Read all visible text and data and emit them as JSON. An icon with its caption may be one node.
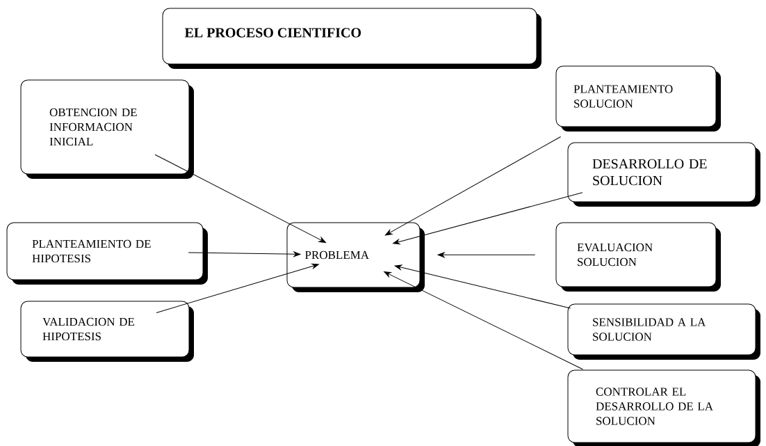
{
  "diagram": {
    "title": "EL PROCESO CIENTIFICO",
    "nodes": [
      {
        "text": [
          "OBTENCION DE INFORMACION INICIAL"
        ]
      },
      {
        "text": [
          "PLANTEAMIENTO DE HIPOTESIS"
        ]
      },
      {
        "text": [
          "VALIDACION DE HIPOTESIS"
        ]
      },
      {
        "text": [
          "PROBLEMA"
        ]
      },
      {
        "text": [
          "PLANTEAMIENTO SOLUCION"
        ]
      },
      {
        "text": [
          "DESARROLLO DE SOLUCION"
        ]
      },
      {
        "text": [
          "EVALUACION SOLUCION"
        ]
      },
      {
        "text": [
          "SENSIBILIDAD A LA SOLUCION"
        ]
      },
      {
        "text": [
          "CONTROLAR EL DESARROLLO DE LA SOLUCION"
        ]
      }
    ],
    "edges": [
      {
        "from": 0,
        "to": 3,
        "arrow": "to"
      },
      {
        "from": 1,
        "to": 3,
        "arrow": "to"
      },
      {
        "from": 2,
        "to": 3,
        "arrow": "to"
      },
      {
        "from": 4,
        "to": 3,
        "arrow": "to"
      },
      {
        "from": 5,
        "to": 3,
        "arrow": "to"
      },
      {
        "from": 6,
        "to": 3,
        "arrow": "to"
      },
      {
        "from": 7,
        "to": 3,
        "arrow": "to"
      },
      {
        "from": 8,
        "to": 3,
        "arrow": "to"
      }
    ]
  }
}
